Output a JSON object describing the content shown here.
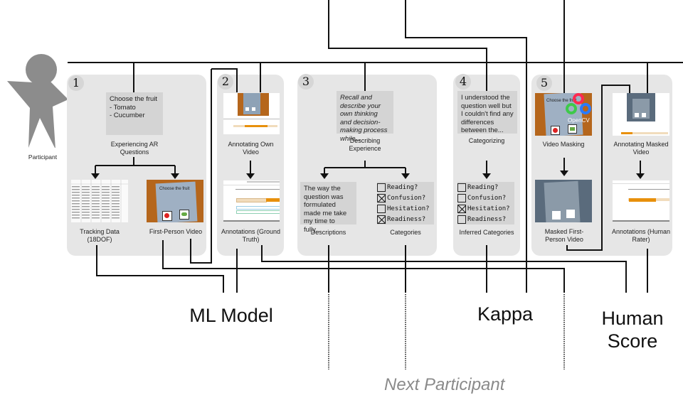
{
  "participant": {
    "label": "Participant",
    "icon": "person-icon"
  },
  "steps": [
    {
      "number": "1",
      "card_title": "Choose the fruit",
      "card_lines": [
        "- Tomato",
        "- Cucumber"
      ],
      "caption": "Experiencing AR Questions",
      "outputs": [
        {
          "label": "Tracking Data (18DOF)",
          "thumb": "spreadsheet-thumbnail"
        },
        {
          "label": "First-Person Video",
          "thumb": "ar-video-thumbnail",
          "thumb_text": "Choose the fruit"
        }
      ]
    },
    {
      "number": "2",
      "caption": "Annotating Own Video",
      "thumb": "annotation-tool-thumbnail",
      "outputs": [
        {
          "label": "Annotations (Ground Truth)",
          "thumb": "annotation-timeline-thumbnail"
        }
      ]
    },
    {
      "number": "3",
      "card_text": "Recall and describe your own thinking and decision-making process while...",
      "caption": "Describing Experience",
      "outputs": [
        {
          "label": "Descriptions",
          "text": "The way the question was formulated made me take my time to fully..."
        },
        {
          "label": "Categories",
          "checklist": [
            {
              "label": "Reading?",
              "checked": false
            },
            {
              "label": "Confusion?",
              "checked": true
            },
            {
              "label": "Hesitation?",
              "checked": false
            },
            {
              "label": "Readiness?",
              "checked": true
            }
          ]
        }
      ]
    },
    {
      "number": "4",
      "card_text": "I understood the question well but I couldn't find any differences between the...",
      "caption": "Categorizing",
      "outputs": [
        {
          "label": "Inferred Categories",
          "checklist": [
            {
              "label": "Reading?",
              "checked": false
            },
            {
              "label": "Confusion?",
              "checked": false
            },
            {
              "label": "Hesitation?",
              "checked": true
            },
            {
              "label": "Readiness?",
              "checked": false
            }
          ]
        }
      ]
    },
    {
      "number": "5",
      "left": {
        "caption": "Video Masking",
        "thumb_text": "Choose the fruit",
        "logo_text": "OpenCV",
        "output_label": "Masked First-Person Video"
      },
      "right": {
        "caption": "Annotating Masked Video",
        "output_label": "Annotations (Human Rater)"
      }
    }
  ],
  "results": {
    "ml_model": "ML Model",
    "kappa": "Kappa",
    "human_score_line1": "Human",
    "human_score_line2": "Score",
    "next_participant": "Next Participant"
  },
  "colors": {
    "panel": "#e6e6e6",
    "card": "#d4d4d4",
    "line": "#111111",
    "orange": "#e8900c",
    "mask_blue": "#5a6b7c"
  }
}
